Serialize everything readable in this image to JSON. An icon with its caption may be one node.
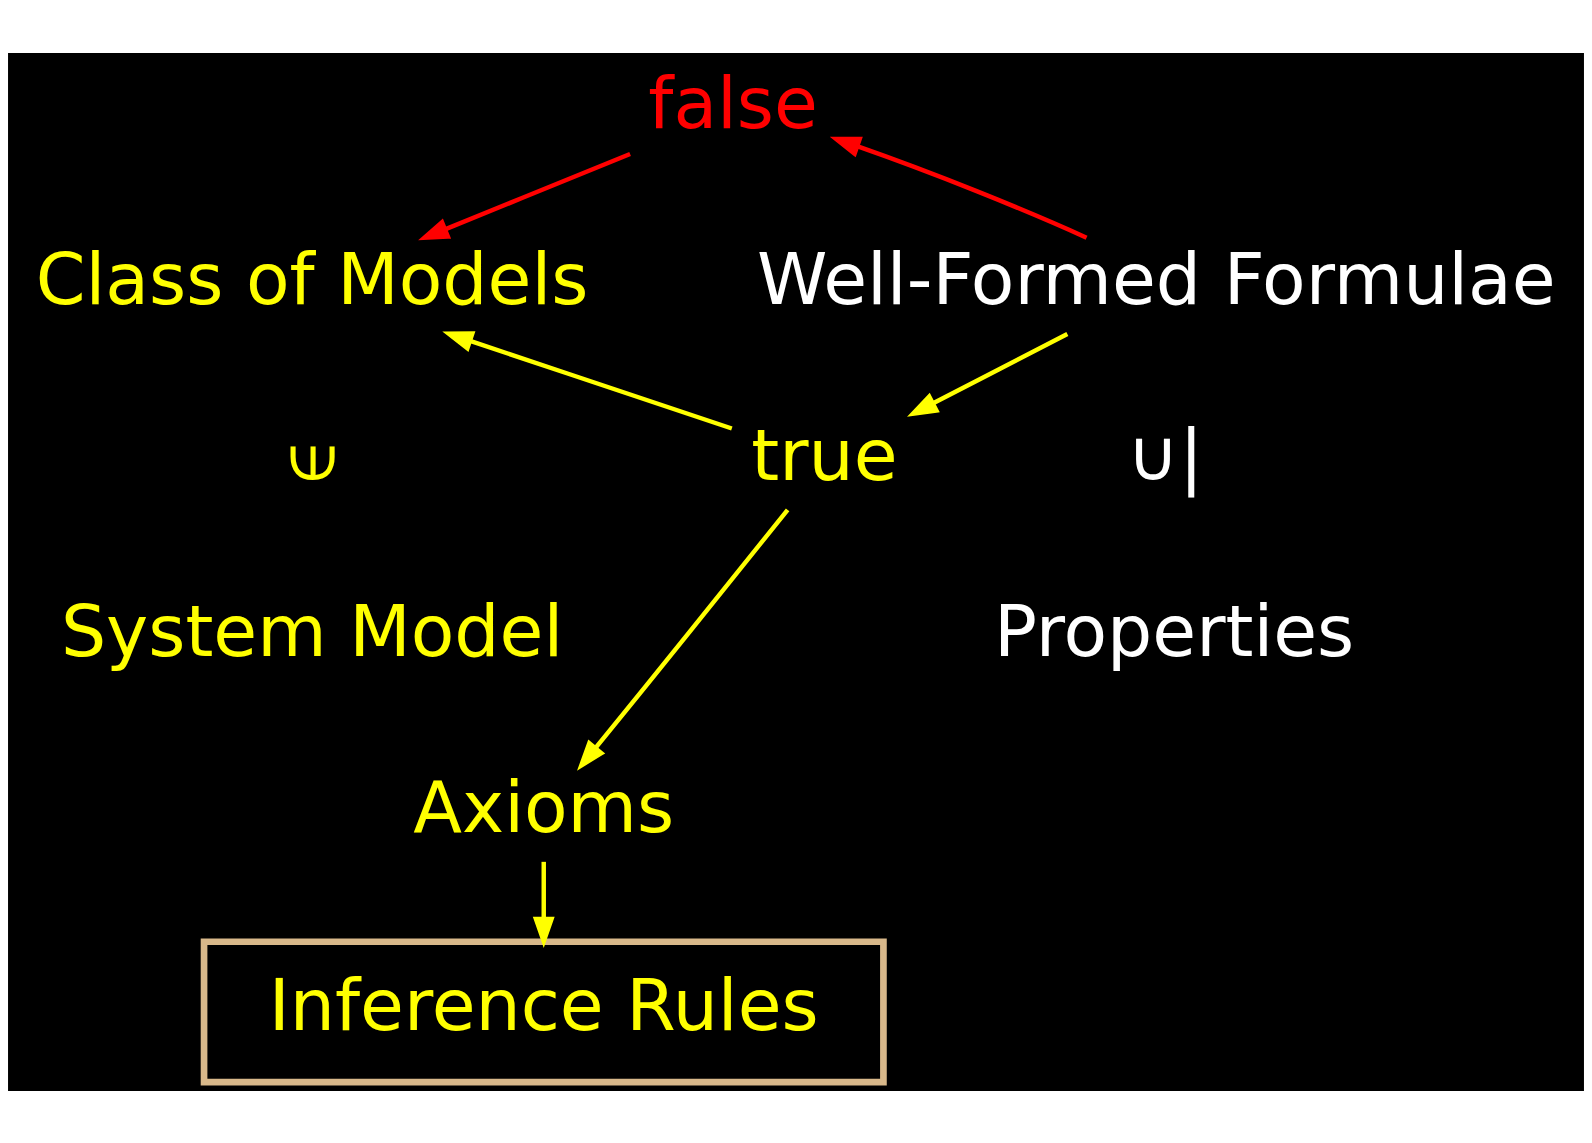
{
  "diagram": {
    "nodes": [
      {
        "text": [
          "false"
        ]
      },
      {
        "text": [
          "Class of Models"
        ]
      },
      {
        "text": [
          "Well-Formed Formulae"
        ]
      },
      {
        "text": [
          "true"
        ]
      },
      {
        "text": [
          "Axioms"
        ]
      },
      {
        "text": [
          "Inference Rules"
        ]
      }
    ],
    "edges": [
      {
        "from": 0,
        "to": 1,
        "arrow": "to",
        "color": "#ff0000"
      },
      {
        "from": 2,
        "to": 0,
        "arrow": "to",
        "color": "#ff0000"
      },
      {
        "from": 3,
        "to": 1,
        "arrow": "to"
      },
      {
        "from": 2,
        "to": 3,
        "arrow": "to"
      },
      {
        "from": 3,
        "to": 4,
        "arrow": "to"
      },
      {
        "from": 4,
        "to": 5,
        "arrow": "to"
      }
    ],
    "labels": [
      "⟒",
      "∪|",
      "System Model",
      "Properties"
    ]
  }
}
